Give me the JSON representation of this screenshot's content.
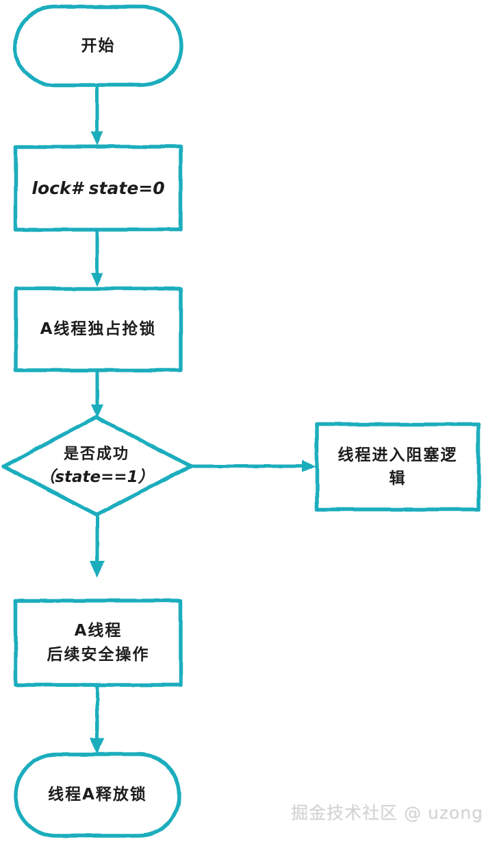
{
  "diagram": {
    "type": "flowchart",
    "title": "",
    "orientation": "top-to-bottom",
    "stroke_color": "#1aadbd",
    "text_color": "#1c1c1c",
    "background_color": "#ffffff",
    "style": "hand-drawn",
    "nodes": [
      {
        "id": "start",
        "shape": "stadium",
        "lines": [
          "开始"
        ]
      },
      {
        "id": "lock",
        "shape": "rectangle",
        "lines": [
          "lock# state=0"
        ]
      },
      {
        "id": "acquire",
        "shape": "rectangle",
        "lines": [
          "A线程独占抢锁"
        ]
      },
      {
        "id": "check",
        "shape": "diamond",
        "lines": [
          "是否成功",
          "（state==1）"
        ]
      },
      {
        "id": "block",
        "shape": "rectangle",
        "lines": [
          "线程进入阻塞逻",
          "辑"
        ]
      },
      {
        "id": "safe",
        "shape": "rectangle",
        "lines": [
          "A线程",
          "后续安全操作"
        ]
      },
      {
        "id": "release",
        "shape": "stadium",
        "lines": [
          "线程A释放锁"
        ]
      }
    ],
    "edges": [
      {
        "from": "start",
        "to": "lock",
        "direction": "down",
        "label": ""
      },
      {
        "from": "lock",
        "to": "acquire",
        "direction": "down",
        "label": ""
      },
      {
        "from": "acquire",
        "to": "check",
        "direction": "down",
        "label": ""
      },
      {
        "from": "check",
        "to": "block",
        "direction": "right",
        "label": ""
      },
      {
        "from": "check",
        "to": "safe",
        "direction": "down",
        "label": ""
      },
      {
        "from": "safe",
        "to": "release",
        "direction": "down",
        "label": ""
      }
    ]
  },
  "watermark": {
    "text": "掘金技术社区 @ uzong",
    "color": "#d2d2d4"
  }
}
